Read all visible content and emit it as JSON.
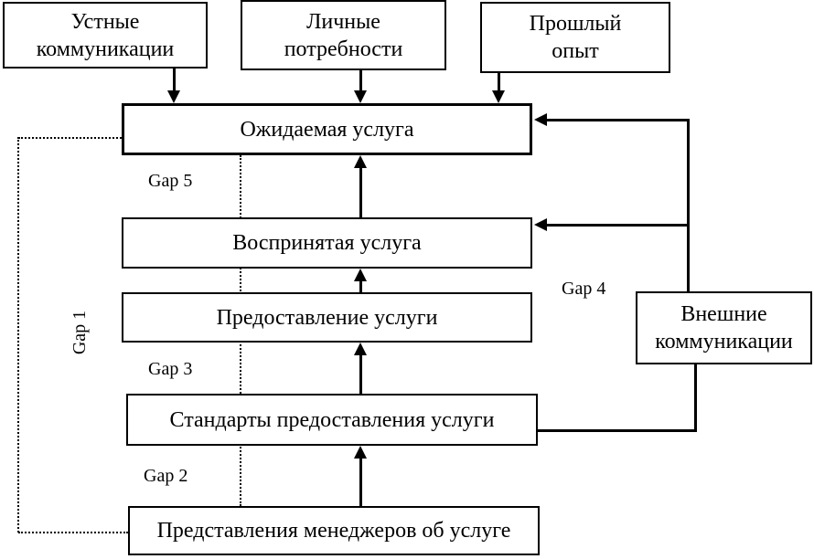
{
  "boxes": {
    "oral_communications": {
      "line1": "Устные",
      "line2": "коммуникации"
    },
    "personal_needs": {
      "line1": "Личные",
      "line2": "потребности"
    },
    "past_experience": {
      "line1": "Прошлый",
      "line2": "опыт"
    },
    "expected_service": {
      "label": "Ожидаемая услуга"
    },
    "perceived_service": {
      "label": "Воспринятая услуга"
    },
    "service_delivery": {
      "label": "Предоставление услуги"
    },
    "service_standards": {
      "label": "Стандарты предоставления услуги"
    },
    "management_perceptions": {
      "label": "Представления менеджеров об услуге"
    },
    "external_communications": {
      "line1": "Внешние",
      "line2": "коммуникации"
    }
  },
  "gap_labels": {
    "gap_1": "Gap 1",
    "gap_2": "Gap 2",
    "gap_3": "Gap 3",
    "gap_4": "Gap 4",
    "gap_5": "Gap 5"
  },
  "colors": {
    "line": "#000000",
    "box_background": "#ffffff",
    "page_background": "#ffffff"
  }
}
